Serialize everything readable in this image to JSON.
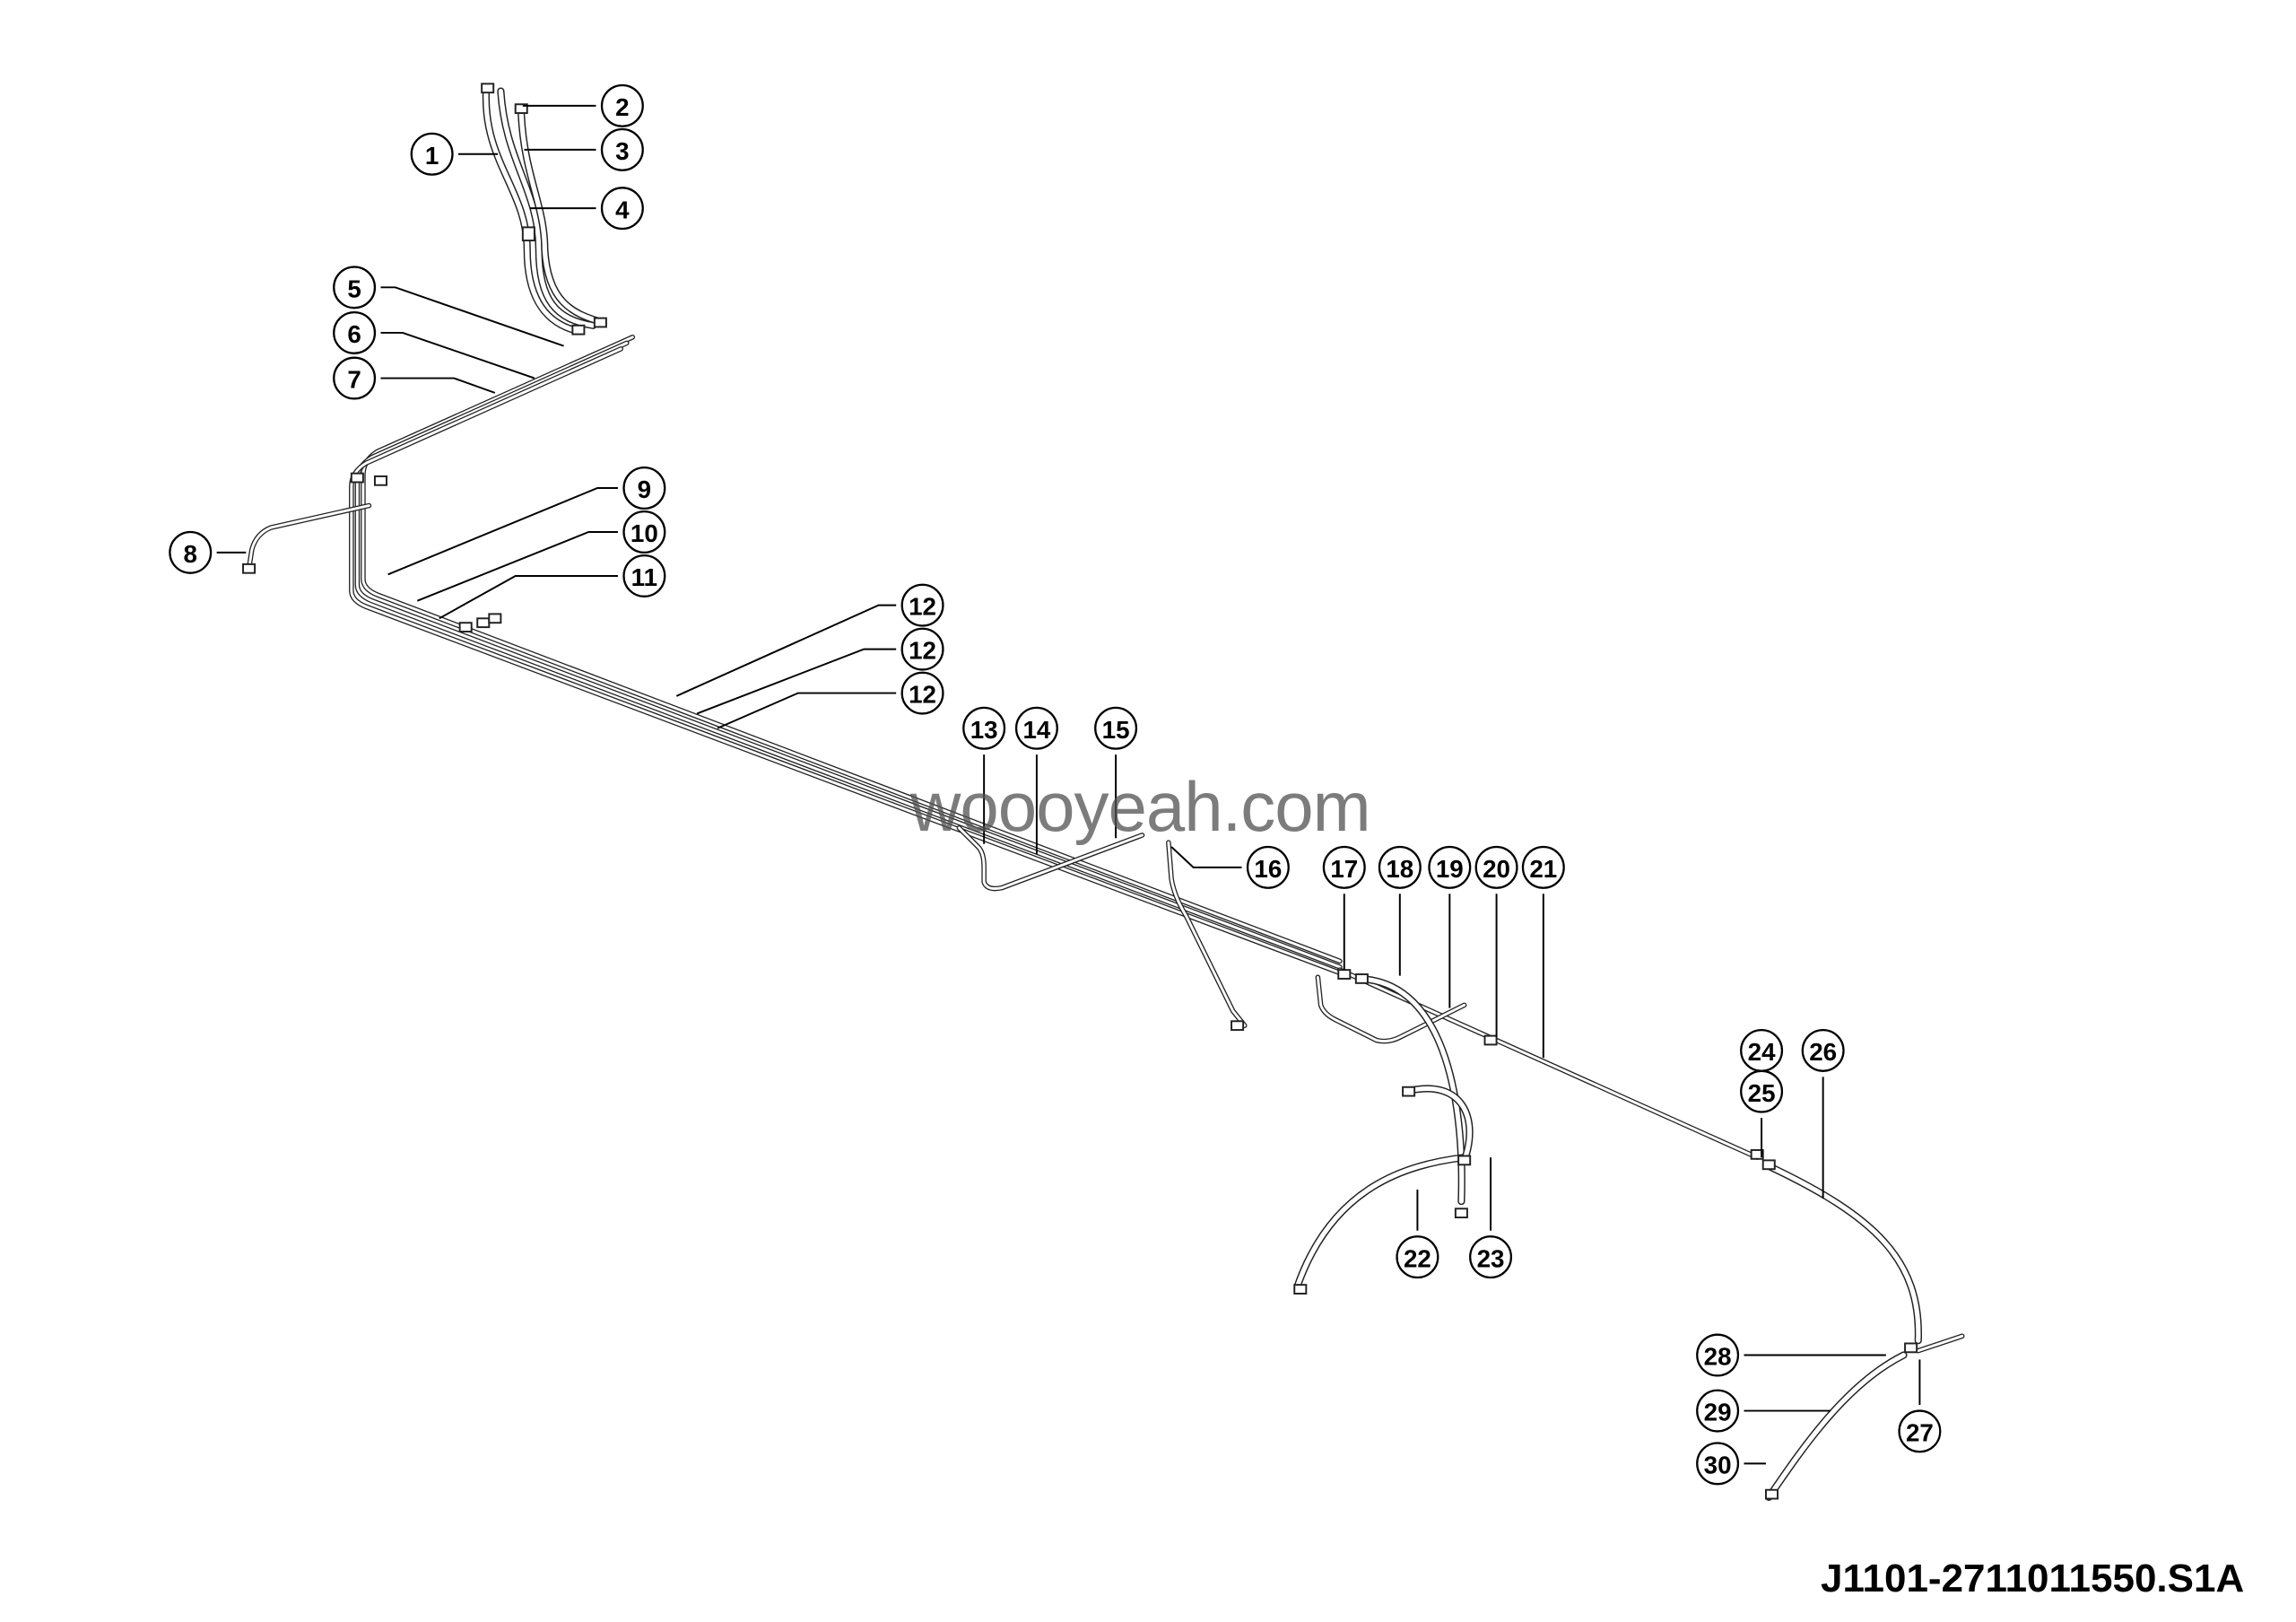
{
  "drawing": {
    "code": "J1101-2711011550.S1A",
    "watermark": "woooyeah.com"
  },
  "callouts": [
    "1",
    "2",
    "3",
    "4",
    "5",
    "6",
    "7",
    "8",
    "9",
    "10",
    "11",
    "12",
    "12",
    "12",
    "13",
    "14",
    "15",
    "16",
    "17",
    "18",
    "19",
    "20",
    "21",
    "22",
    "23",
    "24",
    "25",
    "26",
    "27",
    "28",
    "29",
    "30"
  ]
}
